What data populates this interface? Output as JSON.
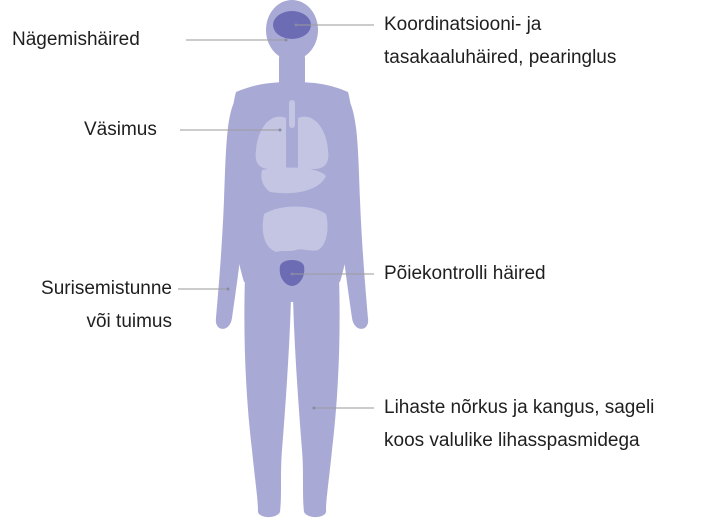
{
  "colors": {
    "body": "#a9a9d6",
    "organs": "#c4c4e3",
    "highlight": "#6c6cb4",
    "leader": "#9a9a9a",
    "text": "#1f1f1f"
  },
  "labels": {
    "vision": "Nägemishäired",
    "coordination_line1": "Koordinatsiooni- ja",
    "coordination_line2": "tasakaaluhäired, pearinglus",
    "fatigue": "Väsimus",
    "numbness_line1": "Surisemistunne",
    "numbness_line2": "või tuimus",
    "bladder": "Põiekontrolli häired",
    "muscle_line1": "Lihaste nõrkus ja kangus, sageli",
    "muscle_line2": "koos valulike lihasspasmidega"
  }
}
